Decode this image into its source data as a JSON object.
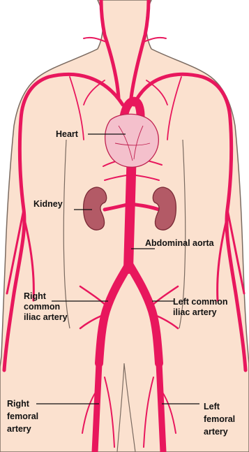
{
  "colors": {
    "skin": "#fbe1cf",
    "skin_outline": "#7a6a60",
    "artery": "#e8175d",
    "heart": "#f4c0cc",
    "heart_outline": "#c02050",
    "kidney": "#b35a66",
    "kidney_outline": "#7a2a36",
    "leader": "#111111"
  },
  "labels": {
    "heart": "Heart",
    "kidney": "Kidney",
    "abdominal_aorta": "Abdominal aorta",
    "right_common_iliac": [
      "Right",
      "common",
      "iliac artery"
    ],
    "left_common_iliac": [
      "Left common",
      "iliac artery"
    ],
    "right_femoral": [
      "Right",
      "femoral",
      "artery"
    ],
    "left_femoral": [
      "Left",
      "femoral",
      "artery"
    ]
  }
}
